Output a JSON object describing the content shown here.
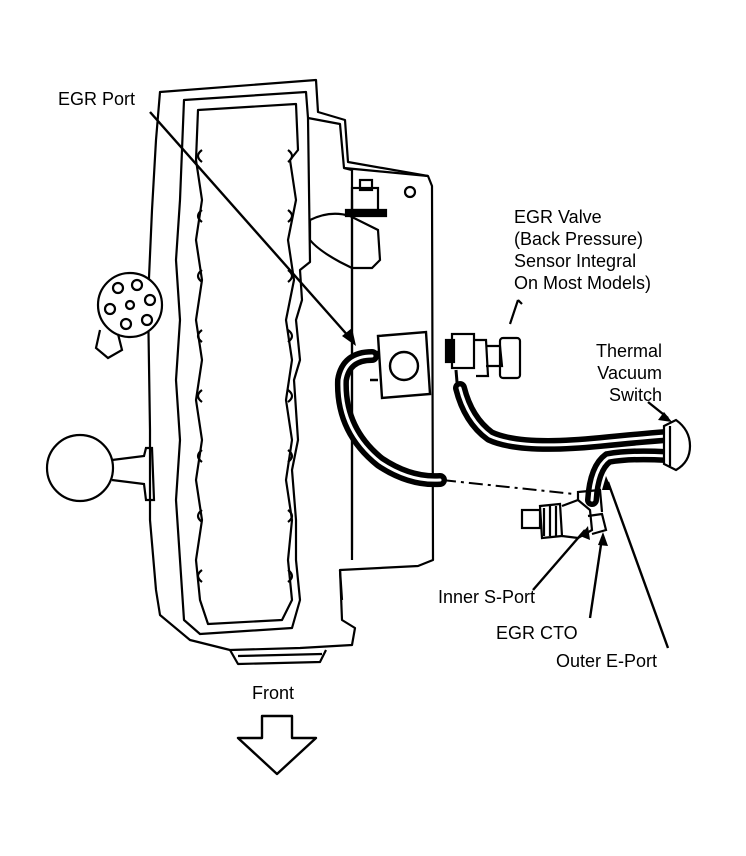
{
  "labels": {
    "egr_port": "EGR Port",
    "egr_valve": [
      "EGR Valve",
      "(Back Pressure)",
      "Sensor Integral",
      "On Most Models)"
    ],
    "thermal_vacuum_switch": [
      "Thermal",
      "Vacuum",
      "Switch"
    ],
    "inner_s_port": "Inner S-Port",
    "egr_cto": "EGR CTO",
    "outer_e_port": "Outer E-Port",
    "front": "Front"
  },
  "colors": {
    "ink": "#000000",
    "paper": "#ffffff"
  }
}
